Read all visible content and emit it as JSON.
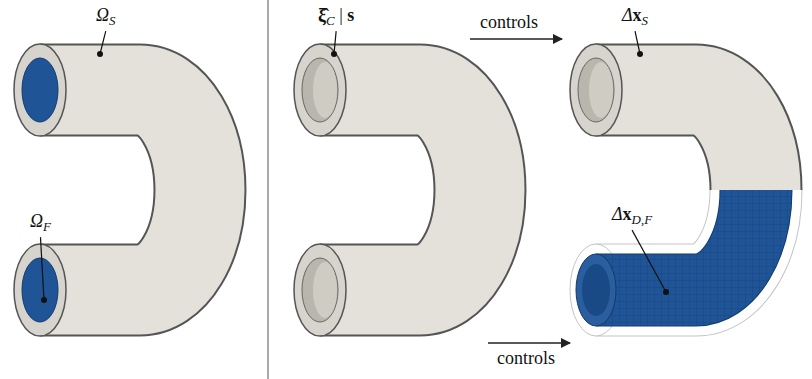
{
  "diagram": {
    "labels": [
      "ΩS",
      "ξ̂C | s",
      "controls",
      "ΔxS",
      "ΩF",
      "ΔxD,F",
      "controls"
    ]
  }
}
